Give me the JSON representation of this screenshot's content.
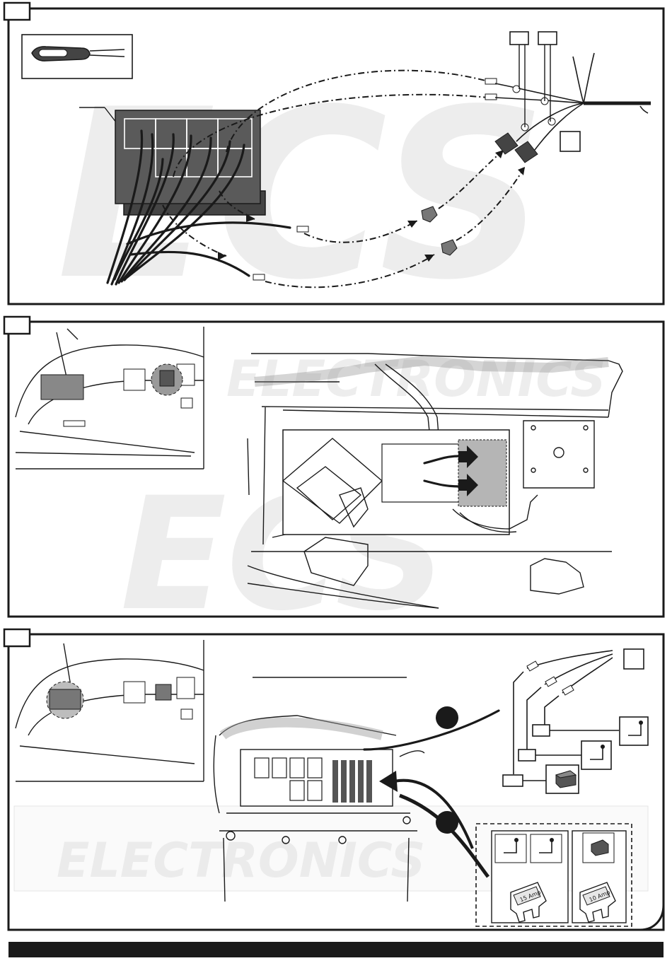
{
  "watermark": {
    "brand": "ECS",
    "brand_sub": "ELECTRONICS"
  },
  "fuses": {
    "left_rating": "15 Amp",
    "right_rating": "10 Amp"
  },
  "colors": {
    "line": "#1a1a1a",
    "fuse_box_fill": "#555555",
    "watermark": "#d9d9d9",
    "footer_bar": "#1a1a1a"
  },
  "icons": {
    "tool": "crimp-release-tool-icon",
    "plug": "wire-plug-icon",
    "relay": "relay-cube-icon",
    "fuse": "blade-fuse-icon",
    "arrow": "insert-arrow-icon"
  }
}
